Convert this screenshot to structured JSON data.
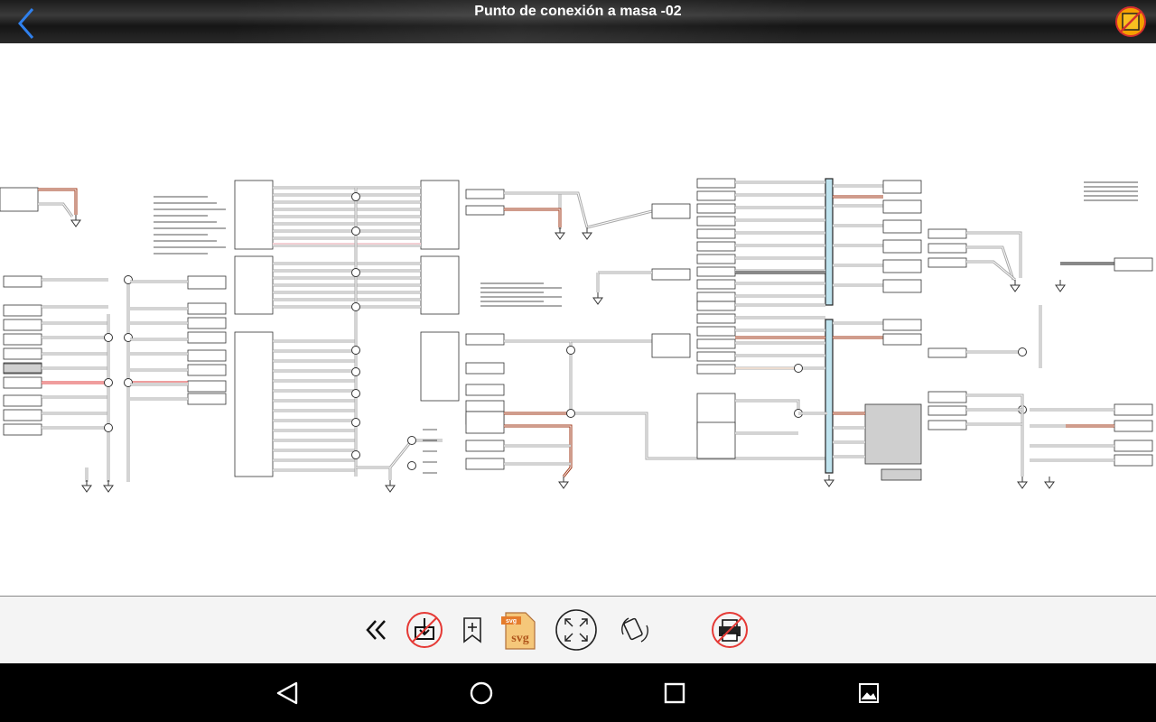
{
  "header": {
    "title": "Punto de conexión a masa -02",
    "back_icon": "chevron-left-icon",
    "logo_icon": "app-logo-icon"
  },
  "toolbar": {
    "items": [
      {
        "name": "collapse-button",
        "icon": "double-chevron-left-icon"
      },
      {
        "name": "download-disabled-button",
        "icon": "download-off-icon"
      },
      {
        "name": "bookmark-add-button",
        "icon": "bookmark-plus-icon"
      },
      {
        "name": "svg-export-button",
        "icon": "svg-file-icon",
        "label": "svg"
      },
      {
        "name": "fit-screen-button",
        "icon": "expand-arrows-icon"
      },
      {
        "name": "rotate-button",
        "icon": "rotate-icon"
      },
      {
        "name": "print-disabled-button",
        "icon": "print-off-icon"
      }
    ]
  },
  "navbar": {
    "items": [
      {
        "name": "nav-back-button",
        "icon": "triangle-back-icon"
      },
      {
        "name": "nav-home-button",
        "icon": "circle-home-icon"
      },
      {
        "name": "nav-recents-button",
        "icon": "square-recents-icon"
      },
      {
        "name": "nav-screenshot-button",
        "icon": "image-icon"
      }
    ]
  },
  "colors": {
    "accent_blue": "#2f80ed",
    "wire_gray": "#a8a8a8",
    "wire_brown": "#a0391a",
    "wire_red": "#e23b3b",
    "bus_blue": "#bfe3ee",
    "disabled_red": "#e53935"
  }
}
